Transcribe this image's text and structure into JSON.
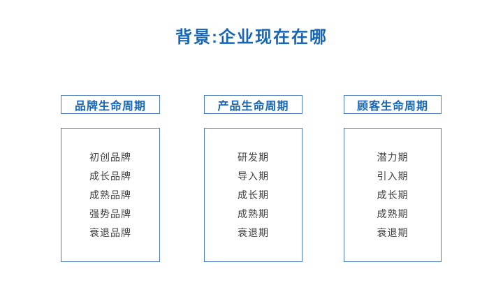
{
  "slide": {
    "title": "背景:企业现在在哪",
    "colors": {
      "title_text": "#1766B5",
      "header_text": "#1766B5",
      "box_border": "#4E7DC6",
      "body_text": "#404040",
      "background": "#FFFFFF"
    },
    "columns": [
      {
        "header": "品牌生命周期",
        "items": [
          "初创品牌",
          "成长品牌",
          "成熟品牌",
          "强势品牌",
          "衰退品牌"
        ]
      },
      {
        "header": "产品生命周期",
        "items": [
          "研发期",
          "导入期",
          "成长期",
          "成熟期",
          "衰退期"
        ]
      },
      {
        "header": "顾客生命周期",
        "items": [
          "潜力期",
          "引入期",
          "成长期",
          "成熟期",
          "衰退期"
        ]
      }
    ]
  }
}
